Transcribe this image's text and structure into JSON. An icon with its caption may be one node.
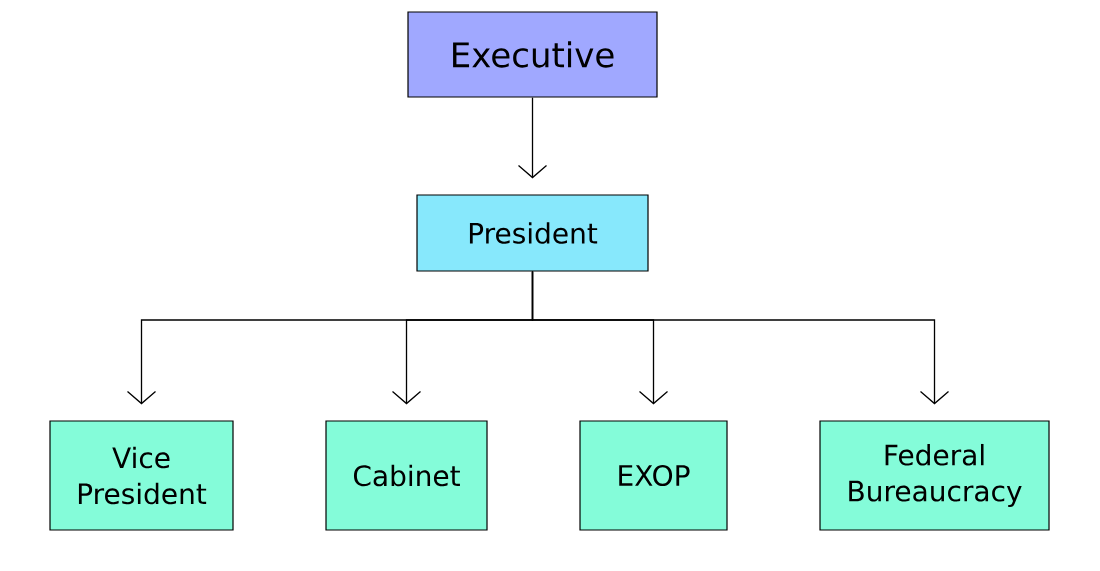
{
  "diagram": {
    "nodes": [
      {
        "text": [
          "Executive"
        ]
      },
      {
        "text": [
          "President"
        ]
      },
      {
        "text": [
          "Vice President"
        ]
      },
      {
        "text": [
          "Cabinet"
        ]
      },
      {
        "text": [
          "EXOP"
        ]
      },
      {
        "text": [
          "Federal Bureaucracy"
        ]
      }
    ],
    "edges": [
      {
        "from": 0,
        "to": 1,
        "arrow": "to"
      },
      {
        "from": 1,
        "to": 2,
        "arrow": "to"
      },
      {
        "from": 1,
        "to": 3,
        "arrow": "to"
      },
      {
        "from": 1,
        "to": 4,
        "arrow": "to"
      },
      {
        "from": 1,
        "to": 5,
        "arrow": "to"
      }
    ]
  }
}
